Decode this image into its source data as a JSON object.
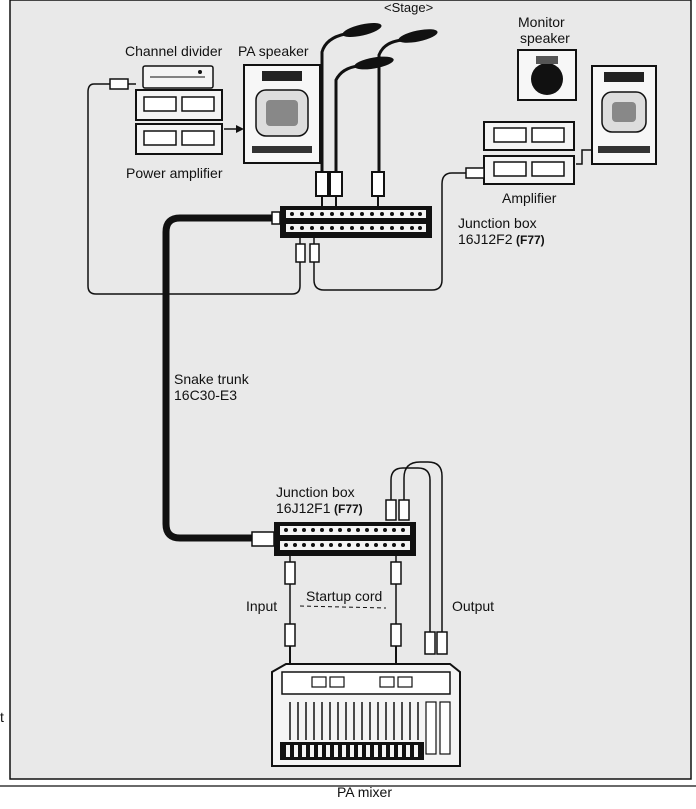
{
  "labels": {
    "stage": "<Stage>",
    "channel_divider": "Channel divider",
    "pa_speaker": "PA speaker",
    "monitor_speaker_line1": "Monitor",
    "monitor_speaker_line2": "speaker",
    "power_amplifier": "Power amplifier",
    "amplifier": "Amplifier",
    "junction_box_top_line1": "Junction box",
    "junction_box_top_line2": "16J12F2",
    "junction_box_top_code": "(F77)",
    "snake_trunk_line1": "Snake trunk",
    "snake_trunk_line2": "16C30-E3",
    "junction_box_bottom_line1": "Junction box",
    "junction_box_bottom_line2": "16J12F1",
    "junction_box_bottom_code": "(F77)",
    "input": "Input",
    "startup_cord": "Startup cord",
    "output": "Output",
    "pa_mixer": "PA mixer",
    "edge_fragment": "t"
  }
}
